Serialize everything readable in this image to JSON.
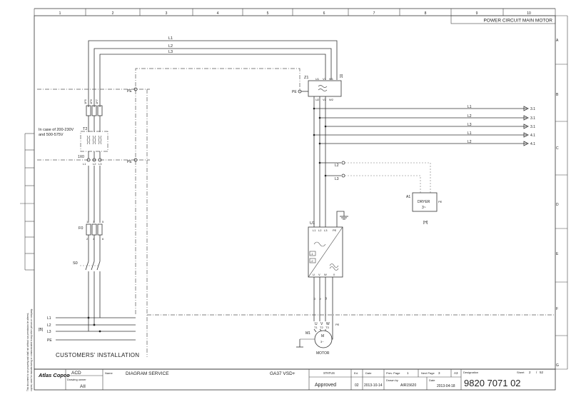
{
  "sheet_title": "POWER CIRCUIT MAIN MOTOR",
  "col_numbers": [
    "1",
    "2",
    "3",
    "4",
    "5",
    "6",
    "7",
    "8",
    "9",
    "10"
  ],
  "row_letters": [
    "A",
    "B",
    "C",
    "D",
    "E",
    "F",
    "G"
  ],
  "phase_labels": [
    "L1",
    "L2",
    "L3"
  ],
  "fuses_top": [
    "1F5",
    "1F6",
    "1F7"
  ],
  "note": {
    "line1": "In case of 200-230V",
    "line2": "and 500-575V"
  },
  "t2": "T2",
  "x0_label": "1X0",
  "x0_terms": [
    "L1",
    "L2",
    "L3"
  ],
  "pe": "PE",
  "fuses_f0": {
    "label": "F0",
    "top": [
      "1",
      "3",
      "5"
    ],
    "bottom": [
      "2",
      "4",
      "6"
    ]
  },
  "switch": "S0",
  "filter": {
    "name": "Z1",
    "ref": "[I]",
    "top": [
      "U1",
      "V1",
      "W1"
    ],
    "bottom": [
      "U2",
      "V2",
      "W2"
    ]
  },
  "outputs": [
    {
      "label": "L1",
      "ref": "3.1"
    },
    {
      "label": "L2",
      "ref": "3.1"
    },
    {
      "label": "L3",
      "ref": "3.1"
    },
    {
      "label": "L1",
      "ref": "4.1"
    },
    {
      "label": "L2",
      "ref": "4.1"
    }
  ],
  "dryer": {
    "name": "A1",
    "text": "DRYER",
    "phase": "3~",
    "pe": "PE",
    "ref": "[H]",
    "l2": "L2",
    "l3": "L3"
  },
  "vsd": {
    "name": "U1",
    "inputs": [
      "L1",
      "L2",
      "L3",
      "PE"
    ],
    "outputs": [
      "U",
      "V",
      "W",
      "⏚"
    ],
    "term1": "-1",
    "term2": "-2"
  },
  "cable_labels": [
    "U",
    "V",
    "W"
  ],
  "motor": {
    "name": "M1",
    "symbol": "M",
    "phase": "3~",
    "label": "MOTOR",
    "terms": [
      "U\nT1",
      "V\nT2",
      "W\nT3"
    ],
    "pe": "PE",
    "t_top": [
      "U",
      "V",
      "W"
    ],
    "t_bot": [
      "T1",
      "T2",
      "T3"
    ]
  },
  "customer": {
    "ref": "[B]",
    "lines": [
      "L1",
      "L2",
      "L3",
      "PE"
    ],
    "title": "CUSTOMERS' INSTALLATION"
  },
  "side_note": {
    "l1": "This document is our property and shall not without our permission be altered,",
    "l2": "copied, used for manufacturing or communicated to any other person or company."
  },
  "title_block": {
    "logo": "Atlas Copco",
    "dept": "ACD",
    "drawing_owner_label": "Drawing owner",
    "drawing_owner": "AII",
    "name_label": "Name",
    "name": "DIAGRAM SERVICE",
    "product": "GA37 VSD+",
    "status_label": "STATUS",
    "status": "Approved",
    "ed_label": "Ed.",
    "ed": "02",
    "date_label": "Date",
    "date": "2013-10-14",
    "prev_label": "Prev. Page",
    "prev": "1",
    "next_label": "Next Page",
    "next": "3",
    "size": "A3",
    "drawn_label": "Drawn by",
    "drawn": "AIR15620",
    "date2_label": "Date",
    "date2": "2013-04-18",
    "designation_label": "Designation",
    "designation": "9820 7071 02",
    "sheet_label": "Sheet",
    "sheet": "2",
    "of_label": "/",
    "of": "52"
  }
}
